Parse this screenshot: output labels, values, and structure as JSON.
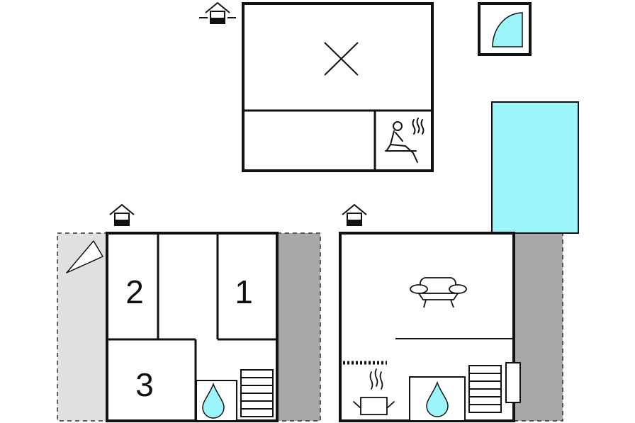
{
  "colors": {
    "wall": "#111111",
    "pool": "#9cf5fa",
    "water": "#9cf5fa",
    "terrace": "#e0e0e0",
    "terrace_dark": "#a8a8a8",
    "background": "#ffffff"
  },
  "rooms": {
    "bedroom_1": "1",
    "bedroom_2": "2",
    "bedroom_3": "3"
  },
  "icons": [
    "entrance-icon",
    "window-icon",
    "sauna-icon",
    "sofa-icon",
    "cooking-icon",
    "water-drop-icon",
    "radiator-icon",
    "parasol-icon",
    "stove-icon",
    "cross-icon"
  ]
}
